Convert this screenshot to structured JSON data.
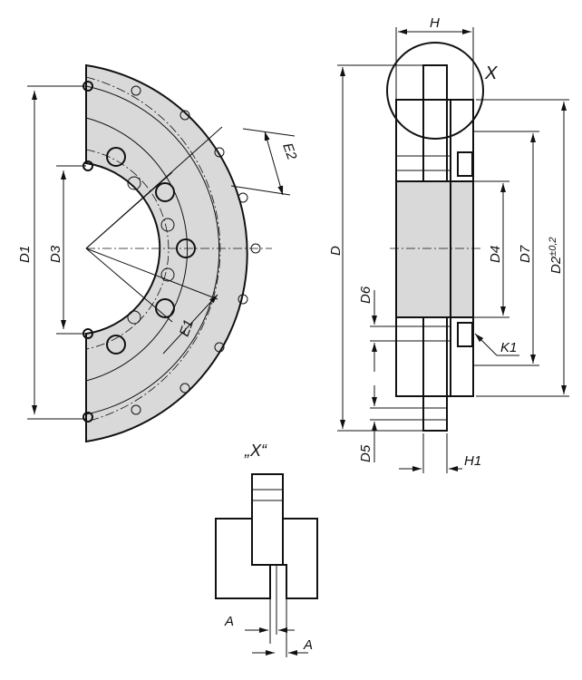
{
  "labels": {
    "H": "H",
    "X": "X",
    "D": "D",
    "D4": "D4",
    "D7": "D7",
    "D2": "D2",
    "D2_tol": "±0,2",
    "D6": "D6",
    "K1": "K1",
    "D5": "D5",
    "H1": "H1",
    "D1": "D1",
    "D3": "D3",
    "E1": "E1",
    "E2": "E2",
    "detail": "„X“",
    "A1": "A",
    "A2": "A"
  }
}
